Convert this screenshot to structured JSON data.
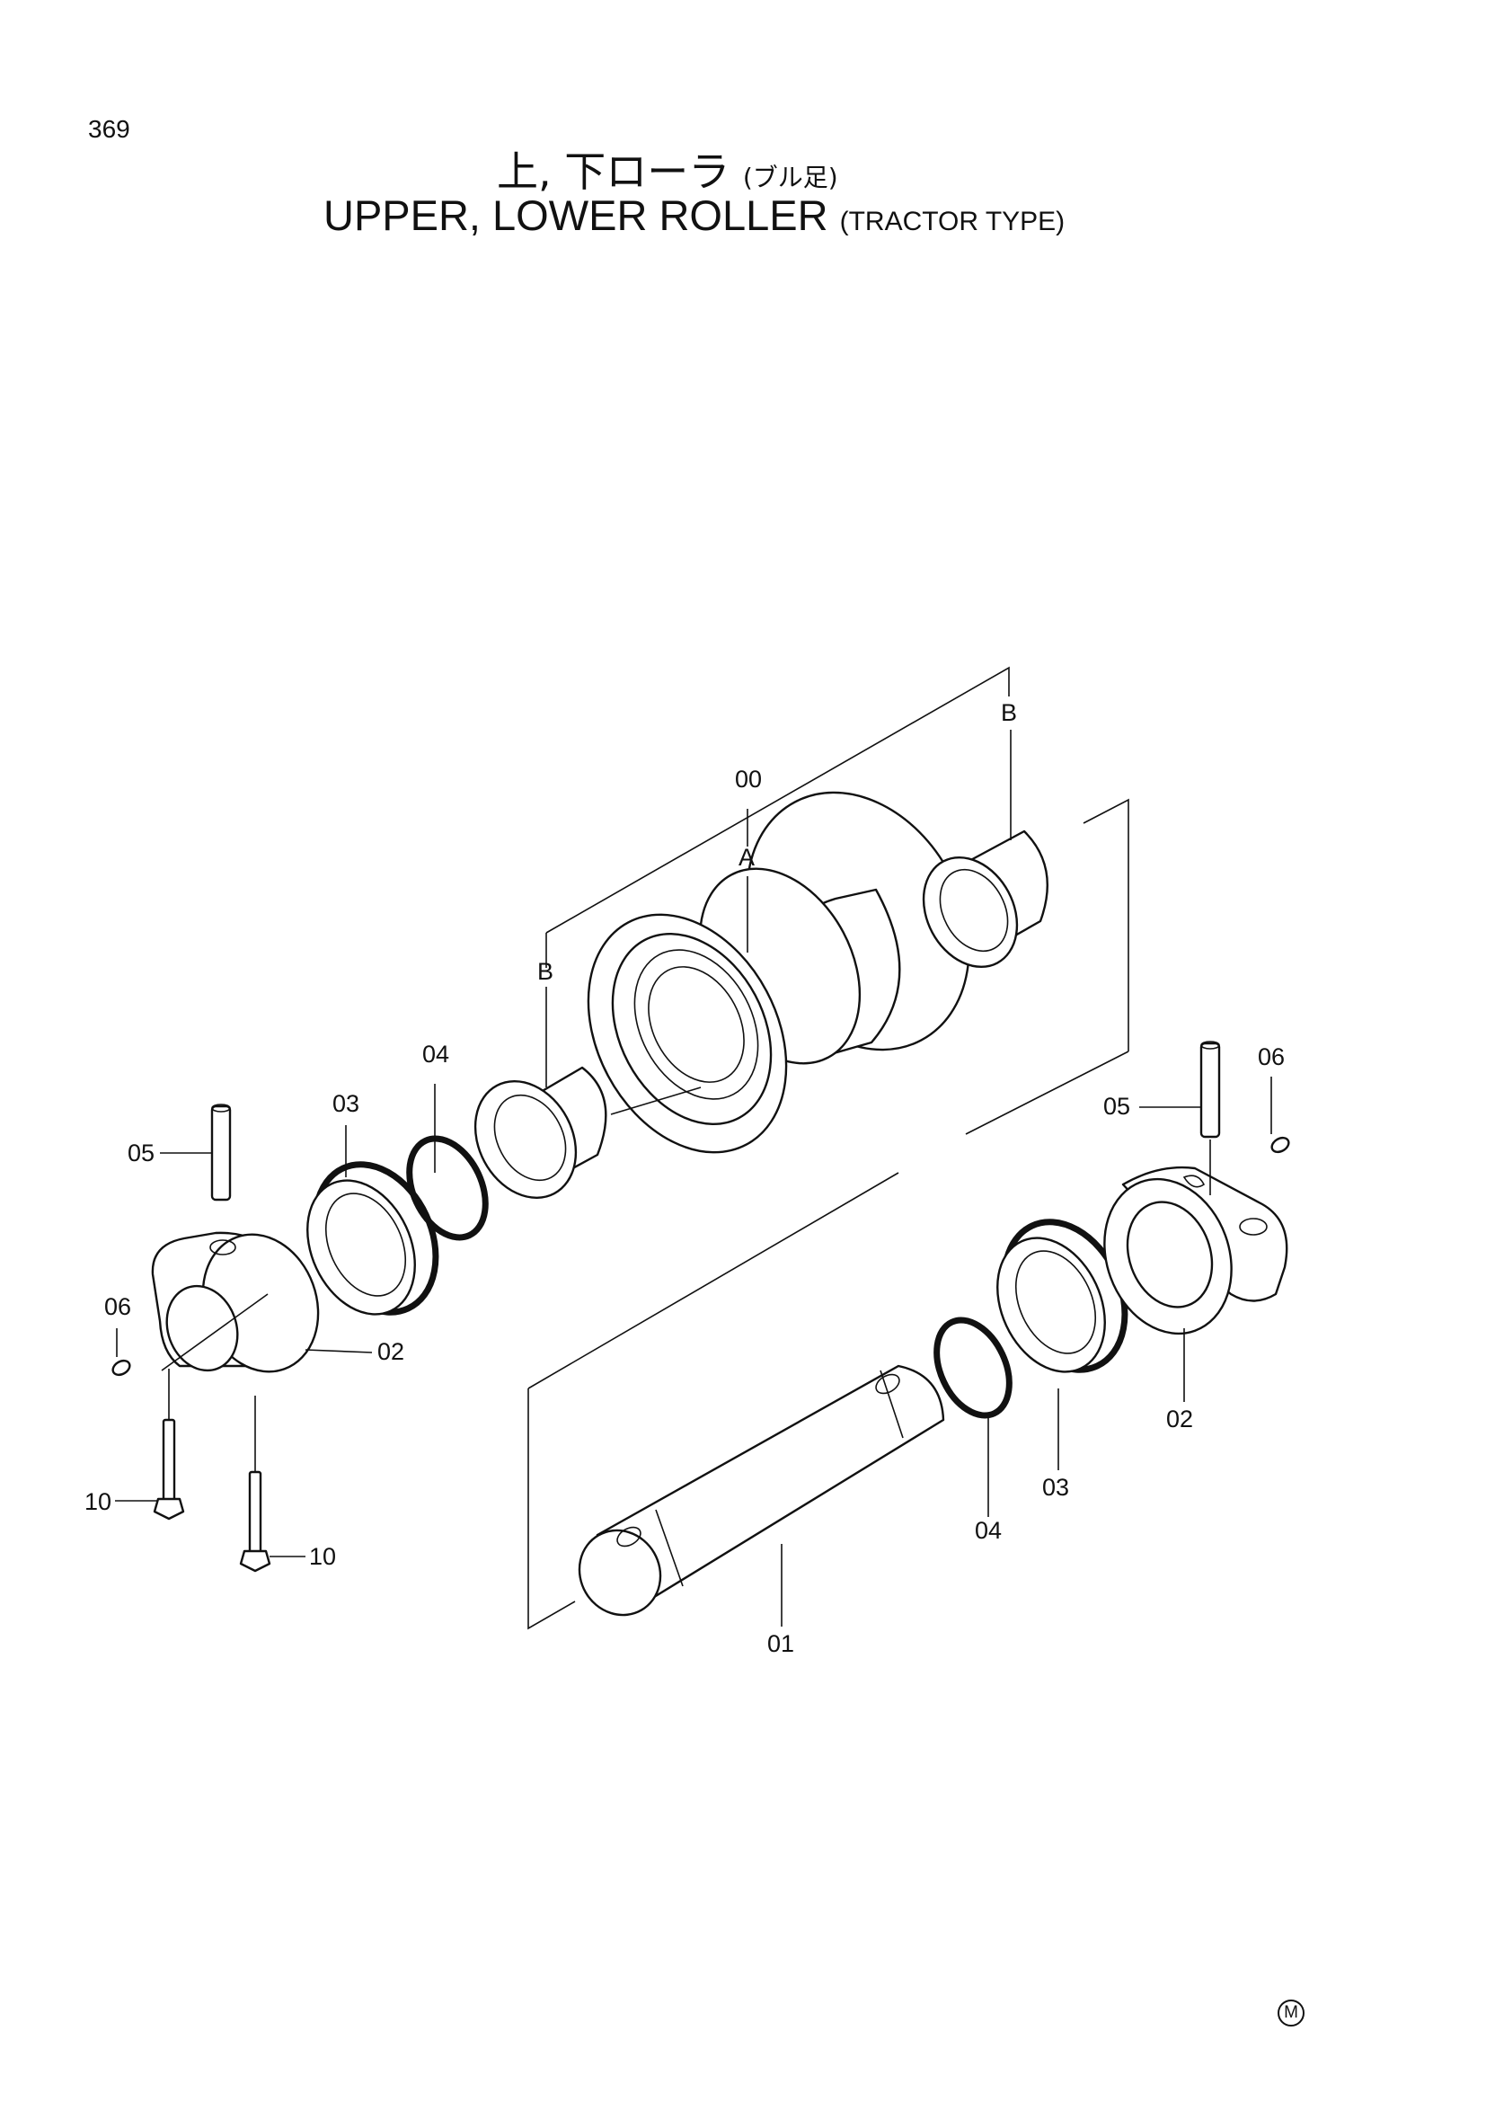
{
  "page_number": "369",
  "title": {
    "japanese": "上, 下ローラ",
    "japanese_sub": "(ブル足)",
    "english": "UPPER, LOWER ROLLER",
    "english_sub": "(TRACTOR TYPE)"
  },
  "callouts": [
    {
      "id": "c00",
      "text": "00"
    },
    {
      "id": "cA",
      "text": "A"
    },
    {
      "id": "cB1",
      "text": "B"
    },
    {
      "id": "cB2",
      "text": "B"
    },
    {
      "id": "c01",
      "text": "01"
    },
    {
      "id": "c02L",
      "text": "02"
    },
    {
      "id": "c02R",
      "text": "02"
    },
    {
      "id": "c03L",
      "text": "03"
    },
    {
      "id": "c03R",
      "text": "03"
    },
    {
      "id": "c04L",
      "text": "04"
    },
    {
      "id": "c04R",
      "text": "04"
    },
    {
      "id": "c05L",
      "text": "05"
    },
    {
      "id": "c05R",
      "text": "05"
    },
    {
      "id": "c06L",
      "text": "06"
    },
    {
      "id": "c06R",
      "text": "06"
    },
    {
      "id": "c10L",
      "text": "10"
    },
    {
      "id": "c10R",
      "text": "10"
    }
  ],
  "corner_mark": "M"
}
